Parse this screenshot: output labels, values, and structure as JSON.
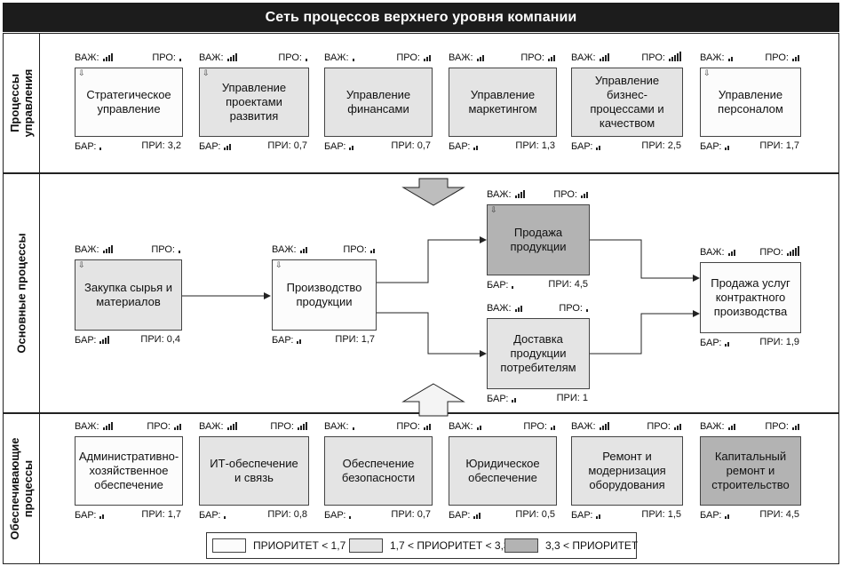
{
  "title": "Сеть процессов верхнего уровня компании",
  "labels": {
    "imp": "ВАЖ:",
    "prob": "ПРО:",
    "bar": "БАР:",
    "pri": "ПРИ:"
  },
  "colors": {
    "low": "#fcfcfc",
    "mid": "#e4e4e4",
    "high": "#b3b3b3"
  },
  "bands": [
    {
      "id": "management",
      "label": "Процессы управления"
    },
    {
      "id": "core",
      "label": "Основные процессы"
    },
    {
      "id": "support",
      "label": "Обеспечивающие процессы"
    }
  ],
  "processes": [
    {
      "id": "p-strategy",
      "name": "Стратегическое управление",
      "imp": 4,
      "prob": 1,
      "bar": 1,
      "pri": "3,2",
      "level": "low",
      "marker": true
    },
    {
      "id": "p-projects",
      "name": "Управление проектами развития",
      "imp": 4,
      "prob": 1,
      "bar": 3,
      "pri": "0,7",
      "level": "mid",
      "marker": true
    },
    {
      "id": "p-finance",
      "name": "Управление финансами",
      "imp": 1,
      "prob": 3,
      "bar": 2,
      "pri": "0,7",
      "level": "mid",
      "marker": false
    },
    {
      "id": "p-marketing",
      "name": "Управление маркетингом",
      "imp": 3,
      "prob": 3,
      "bar": 2,
      "pri": "1,3",
      "level": "mid",
      "marker": false
    },
    {
      "id": "p-bpm",
      "name": "Управление бизнес-процессами и качеством",
      "imp": 4,
      "prob": 5,
      "bar": 2,
      "pri": "2,5",
      "level": "mid",
      "marker": false
    },
    {
      "id": "p-hr",
      "name": "Управление персоналом",
      "imp": 2,
      "prob": 3,
      "bar": 2,
      "pri": "1,7",
      "level": "low",
      "marker": true
    },
    {
      "id": "p-purchase",
      "name": "Закупка сырья и материалов",
      "imp": 4,
      "prob": 1,
      "bar": 4,
      "pri": "0,4",
      "level": "mid",
      "marker": true
    },
    {
      "id": "p-production",
      "name": "Производство продукции",
      "imp": 3,
      "prob": 2,
      "bar": 2,
      "pri": "1,7",
      "level": "low",
      "marker": true
    },
    {
      "id": "p-sales",
      "name": "Продажа продукции",
      "imp": 4,
      "prob": 3,
      "bar": 1,
      "pri": "4,5",
      "level": "high",
      "marker": true
    },
    {
      "id": "p-delivery",
      "name": "Доставка продукции потребителям",
      "imp": 3,
      "prob": 1,
      "bar": 2,
      "pri": "1",
      "level": "mid",
      "marker": false
    },
    {
      "id": "p-contract",
      "name": "Продажа услуг контрактного производства",
      "imp": 3,
      "prob": 5,
      "bar": 2,
      "pri": "1,9",
      "level": "low",
      "marker": false
    },
    {
      "id": "p-admin",
      "name": "Административно-хозяйственное обеспечение",
      "imp": 4,
      "prob": 3,
      "bar": 2,
      "pri": "1,7",
      "level": "low",
      "marker": false
    },
    {
      "id": "p-it",
      "name": "ИТ-обеспечение и связь",
      "imp": 4,
      "prob": 4,
      "bar": 1,
      "pri": "0,8",
      "level": "mid",
      "marker": false
    },
    {
      "id": "p-security",
      "name": "Обеспечение безопасности",
      "imp": 1,
      "prob": 3,
      "bar": 1,
      "pri": "0,7",
      "level": "mid",
      "marker": false
    },
    {
      "id": "p-legal",
      "name": "Юридическое обеспечение",
      "imp": 2,
      "prob": 2,
      "bar": 3,
      "pri": "0,5",
      "level": "mid",
      "marker": false
    },
    {
      "id": "p-repair",
      "name": "Ремонт и модернизация оборудования",
      "imp": 4,
      "prob": 3,
      "bar": 2,
      "pri": "1,5",
      "level": "mid",
      "marker": false
    },
    {
      "id": "p-capital",
      "name": "Капитальный ремонт и строительство",
      "imp": 3,
      "prob": 3,
      "bar": 2,
      "pri": "4,5",
      "level": "high",
      "marker": false
    }
  ],
  "legend": [
    {
      "label": "ПРИОРИТЕТ < 1,7",
      "level": "low"
    },
    {
      "label": "1,7 < ПРИОРИТЕТ < 3,3",
      "level": "mid"
    },
    {
      "label": "3,3 < ПРИОРИТЕТ",
      "level": "high"
    }
  ]
}
